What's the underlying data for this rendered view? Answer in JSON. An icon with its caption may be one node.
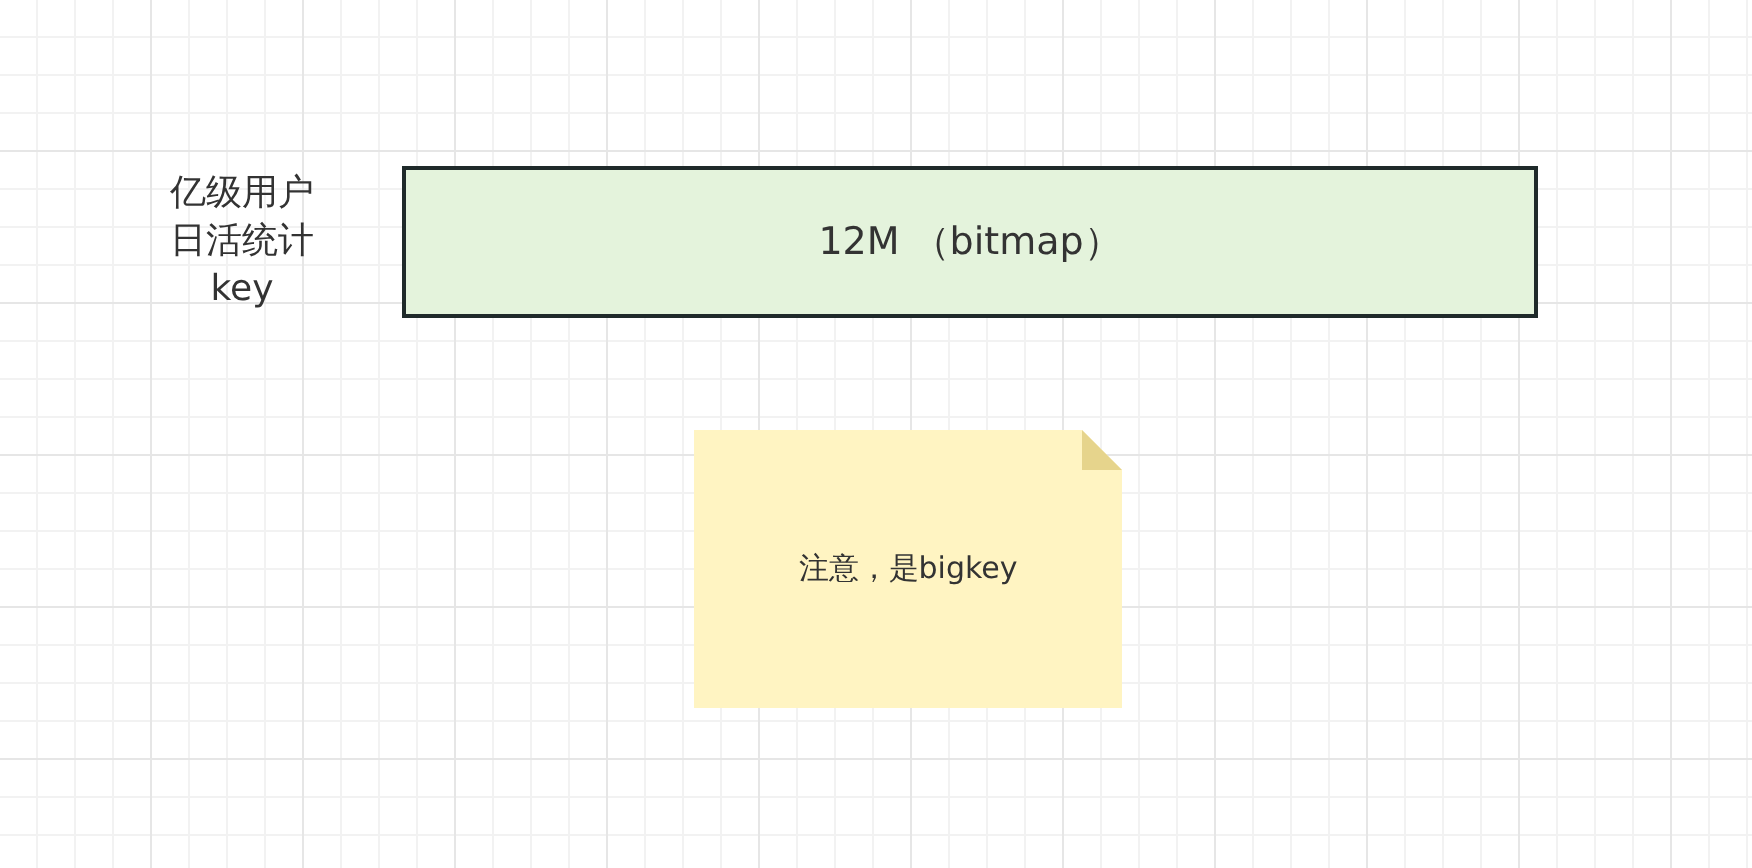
{
  "diagram": {
    "nodes": [
      {
        "text": [
          "12M （bitmap）"
        ],
        "beside": [
          "亿级用户日活统计key"
        ]
      },
      {
        "text": [
          "注意，是bigkey"
        ]
      }
    ]
  }
}
